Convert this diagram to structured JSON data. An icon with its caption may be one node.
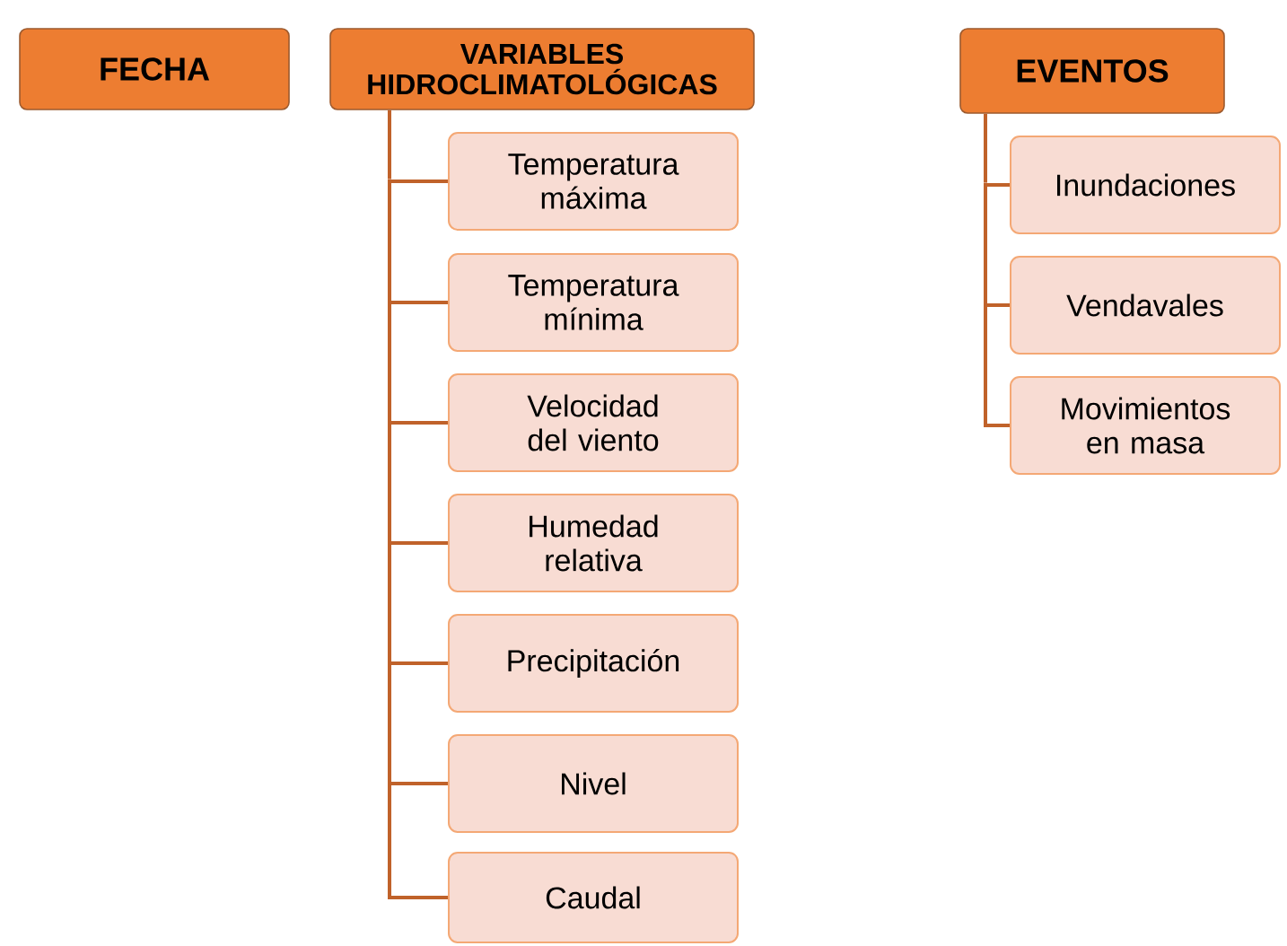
{
  "diagram": {
    "nodes": [
      {
        "text": [
          "FECHA"
        ]
      },
      {
        "text": [
          "VARIABLES HIDROCLIMATOLÓGICAS"
        ]
      },
      {
        "text": [
          "Temperatura máxima"
        ]
      },
      {
        "text": [
          "Temperatura mínima"
        ]
      },
      {
        "text": [
          "Velocidad del viento"
        ]
      },
      {
        "text": [
          "Humedad relativa"
        ]
      },
      {
        "text": [
          "Precipitación"
        ]
      },
      {
        "text": [
          "Nivel"
        ]
      },
      {
        "text": [
          "Caudal"
        ]
      },
      {
        "text": [
          "EVENTOS"
        ]
      },
      {
        "text": [
          "Inundaciones"
        ]
      },
      {
        "text": [
          "Vendavales"
        ]
      },
      {
        "text": [
          "Movimientos en masa"
        ]
      },
      {
        "text": [],
        "shape": "bar"
      },
      {
        "text": [],
        "shape": "bar"
      }
    ],
    "edges": [
      {
        "from": 1,
        "to": 13,
        "arrow": "none"
      },
      {
        "from": 13,
        "to": 2,
        "arrow": "none"
      },
      {
        "from": 13,
        "to": 3,
        "arrow": "none"
      },
      {
        "from": 13,
        "to": 4,
        "arrow": "none"
      },
      {
        "from": 13,
        "to": 5,
        "arrow": "none"
      },
      {
        "from": 13,
        "to": 6,
        "arrow": "none"
      },
      {
        "from": 13,
        "to": 7,
        "arrow": "none"
      },
      {
        "from": 13,
        "to": 8,
        "arrow": "none"
      },
      {
        "from": 9,
        "to": 14,
        "arrow": "none"
      },
      {
        "from": 14,
        "to": 10,
        "arrow": "none"
      },
      {
        "from": 14,
        "to": 11,
        "arrow": "none"
      },
      {
        "from": 14,
        "to": 12,
        "arrow": "none"
      }
    ]
  }
}
